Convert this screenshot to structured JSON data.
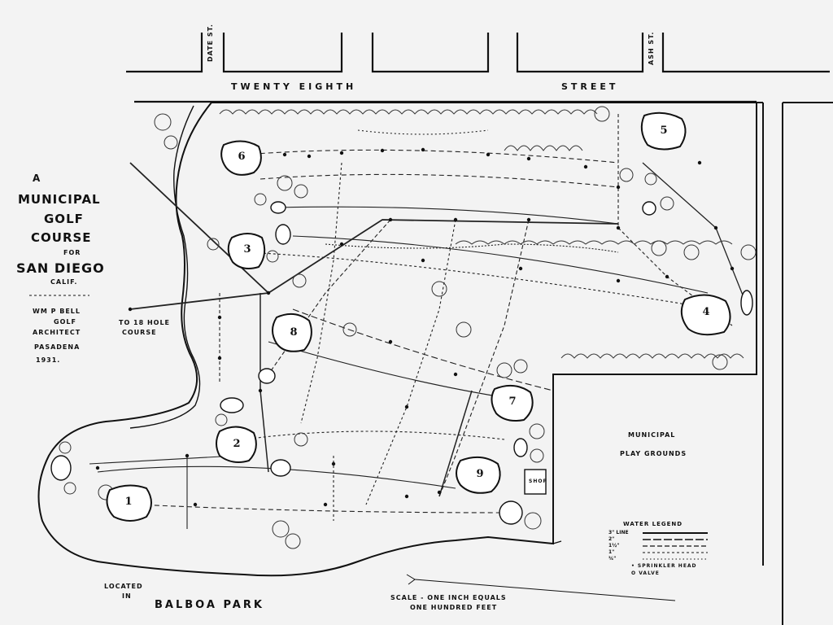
{
  "title": {
    "line1": "A",
    "line2": "MUNICIPAL",
    "line3": "GOLF",
    "line4": "COURSE",
    "line5": "FOR",
    "line6": "SAN DIEGO",
    "line7": "CALIF."
  },
  "architect": {
    "name": "WM P BELL",
    "role1": "GOLF",
    "role2": "ARCHITECT",
    "city": "PASADENA",
    "year": "1931."
  },
  "streets": {
    "twenty_eighth": "TWENTY EIGHTH",
    "street": "STREET",
    "date_st": "DATE ST.",
    "ash_st": "ASH ST."
  },
  "labels": {
    "to_18_hole_1": "TO 18 HOLE",
    "to_18_hole_2": "COURSE",
    "playgrounds_1": "MUNICIPAL",
    "playgrounds_2": "PLAY GROUNDS",
    "shop": "SHOP",
    "located_1": "LOCATED",
    "located_2": "IN",
    "balboa_park": "BALBOA PARK",
    "scale_1": "SCALE - ONE INCH EQUALS",
    "scale_2": "ONE HUNDRED FEET"
  },
  "legend": {
    "title": "WATER LEGEND",
    "items": [
      "3\" LINE",
      "2\"",
      "1½\"",
      "1\"",
      "¾\""
    ],
    "sprinkler": "• SPRINKLER HEAD",
    "valve": "O VALVE"
  },
  "holes": [
    "1",
    "2",
    "3",
    "4",
    "5",
    "6",
    "7",
    "8",
    "9"
  ]
}
